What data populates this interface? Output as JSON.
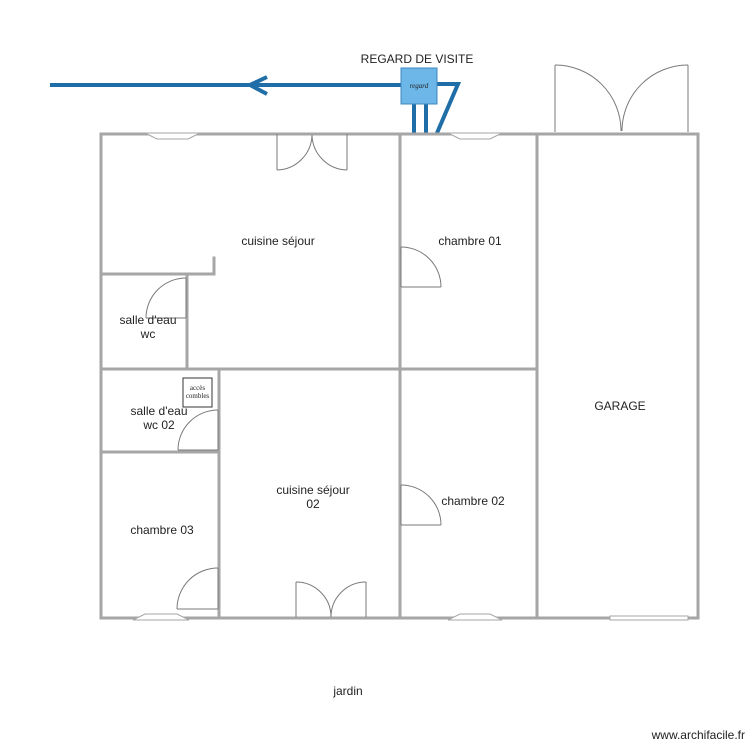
{
  "title": "REGARD DE VISITE",
  "regard_label": "regard",
  "trapdoor_label_1": "accès",
  "trapdoor_label_2": "combles",
  "rooms": {
    "cuisine_sejour": "cuisine séjour",
    "chambre_01": "chambre 01",
    "salle_eau_wc_line1": "salle d'eau",
    "salle_eau_wc_line2": "wc",
    "garage": "GARAGE",
    "salle_eau_wc02_line1": "salle d'eau",
    "salle_eau_wc02_line2": "wc 02",
    "cuisine_sejour_02_line1": "cuisine séjour",
    "cuisine_sejour_02_line2": "02",
    "chambre_02": "chambre 02",
    "chambre_03": "chambre 03",
    "jardin": "jardin"
  },
  "watermark": "www.archifacile.fr",
  "colors": {
    "wall": "#a6a6a6",
    "pipe": "#1f6ea8",
    "regard_fill": "#6cb6e8",
    "door": "#7a7a7a"
  }
}
